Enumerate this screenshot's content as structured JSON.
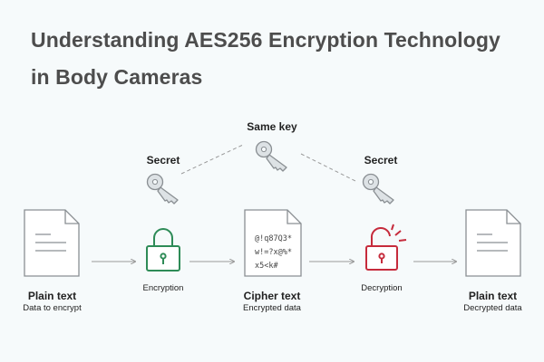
{
  "title_line1": "Understanding AES256 Encryption Technology",
  "title_line2": "in Body Cameras",
  "labels": {
    "same_key": "Same key",
    "secret_left": "Secret",
    "secret_right": "Secret",
    "plain_text_left": "Plain text",
    "plain_text_left_sub": "Data to encrypt",
    "encryption": "Encryption",
    "cipher_text": "Cipher text",
    "cipher_text_sub": "Encrypted data",
    "decryption": "Decryption",
    "plain_text_right": "Plain text",
    "plain_text_right_sub": "Decrypted data"
  },
  "cipher_lines": [
    "@!q87Q3*",
    "w!=?x@%*",
    "x5<k#"
  ],
  "colors": {
    "lock_locked": "#2e8b57",
    "lock_open": "#c62b3c",
    "icon_stroke": "#8a8f93",
    "key_fill": "#dde2e5",
    "arrow": "#999999"
  },
  "icons": {
    "document_left": "document-icon",
    "document_cipher": "encrypted-document-icon",
    "document_right": "document-icon",
    "lock_encryption": "locked-padlock-icon",
    "lock_decryption": "unlocked-padlock-icon",
    "key_shared": "key-icon",
    "key_left": "key-icon",
    "key_right": "key-icon"
  }
}
